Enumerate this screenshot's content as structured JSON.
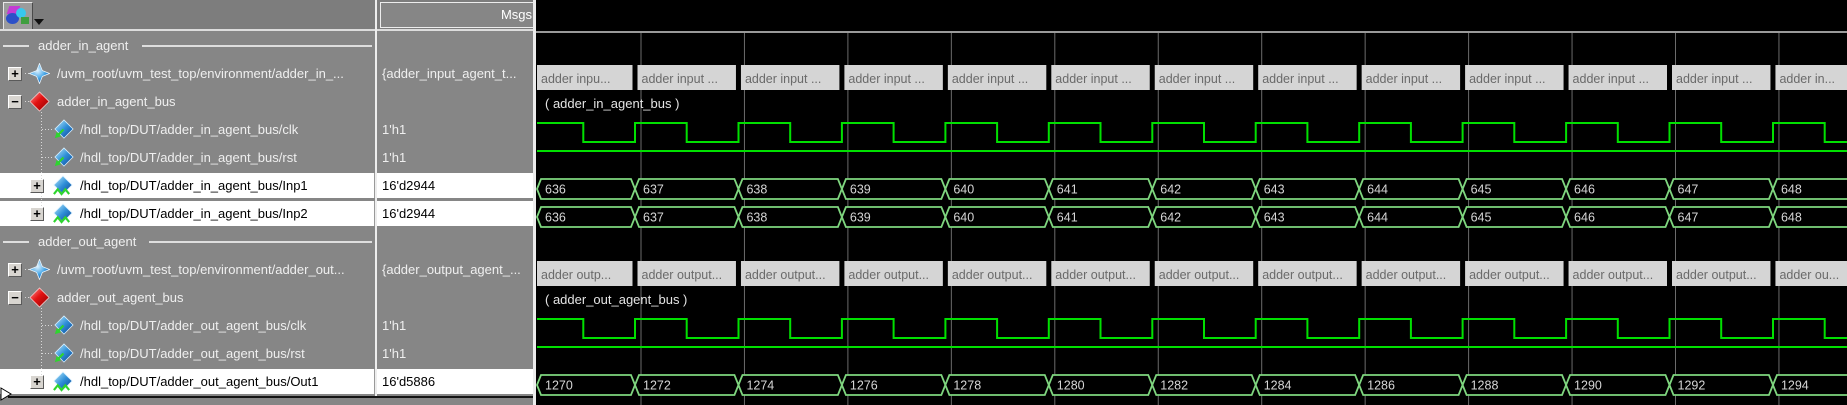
{
  "toolbar": {
    "msgs_header": "Msgs"
  },
  "rows": [
    {
      "kind": "divider",
      "label": "adder_in_agent"
    },
    {
      "kind": "object",
      "expander": "+",
      "icon": "star-icon",
      "label": "/uvm_root/uvm_test_top/environment/adder_in_...",
      "msgs": "{adder_input_agent_t..."
    },
    {
      "kind": "group",
      "expander": "-",
      "icon": "red-diamond-icon",
      "label": "adder_in_agent_bus",
      "msgs": ""
    },
    {
      "kind": "signal",
      "icon": "signal-icon",
      "label": "/hdl_top/DUT/adder_in_agent_bus/clk",
      "msgs": "1'h1"
    },
    {
      "kind": "signal",
      "icon": "signal-icon",
      "label": "/hdl_top/DUT/adder_in_agent_bus/rst",
      "msgs": "1'h1"
    },
    {
      "kind": "bus",
      "expander": "+",
      "icon": "bus-signal-icon",
      "label": "/hdl_top/DUT/adder_in_agent_bus/Inp1",
      "msgs": "16'd2944",
      "selected": true
    },
    {
      "kind": "bus",
      "expander": "+",
      "icon": "bus-signal-icon",
      "label": "/hdl_top/DUT/adder_in_agent_bus/Inp2",
      "msgs": "16'd2944",
      "selected": true
    },
    {
      "kind": "divider",
      "label": "adder_out_agent"
    },
    {
      "kind": "object",
      "expander": "+",
      "icon": "star-icon",
      "label": "/uvm_root/uvm_test_top/environment/adder_out...",
      "msgs": "{adder_output_agent_..."
    },
    {
      "kind": "group",
      "expander": "-",
      "icon": "red-diamond-icon",
      "label": "adder_out_agent_bus",
      "msgs": ""
    },
    {
      "kind": "signal",
      "icon": "signal-icon",
      "label": "/hdl_top/DUT/adder_out_agent_bus/clk",
      "msgs": "1'h1"
    },
    {
      "kind": "signal",
      "icon": "signal-icon",
      "label": "/hdl_top/DUT/adder_out_agent_bus/rst",
      "msgs": "1'h1"
    },
    {
      "kind": "bus",
      "expander": "+",
      "icon": "bus-signal-icon",
      "label": "/hdl_top/DUT/adder_out_agent_bus/Out1",
      "msgs": "16'd5886",
      "selected": true
    }
  ],
  "chart_data": {
    "type": "waveform",
    "in_group_label": "( adder_in_agent_bus )",
    "out_group_label": "( adder_out_agent_bus )",
    "in_transactions": [
      "adder inpu...",
      "adder input ...",
      "adder input ...",
      "adder input ...",
      "adder input ...",
      "adder input ...",
      "adder input ...",
      "adder input ...",
      "adder input ...",
      "adder input ...",
      "adder input ...",
      "adder input ...",
      "adder in..."
    ],
    "out_transactions": [
      "adder outp...",
      "adder output...",
      "adder output...",
      "adder output...",
      "adder output...",
      "adder output...",
      "adder output...",
      "adder output...",
      "adder output...",
      "adder output...",
      "adder output...",
      "adder output...",
      "adder ou..."
    ],
    "inp1_values": [
      "636",
      "637",
      "638",
      "639",
      "640",
      "641",
      "642",
      "643",
      "644",
      "645",
      "646",
      "647",
      "648"
    ],
    "inp2_values": [
      "636",
      "637",
      "638",
      "639",
      "640",
      "641",
      "642",
      "643",
      "644",
      "645",
      "646",
      "647",
      "648"
    ],
    "out1_values": [
      "1270",
      "1272",
      "1274",
      "1276",
      "1278",
      "1280",
      "1282",
      "1284",
      "1286",
      "1288",
      "1290",
      "1292",
      "1294"
    ],
    "clk_in": "square-wave",
    "rst_in": "constant-high",
    "clk_out": "square-wave",
    "rst_out": "constant-high"
  },
  "colors": {
    "panel_gray": "#868686",
    "wave_green": "#00e000",
    "hex_outline": "#7fd67f",
    "txn_box": "#d5d5d5",
    "grid": "#6b6b6b"
  }
}
